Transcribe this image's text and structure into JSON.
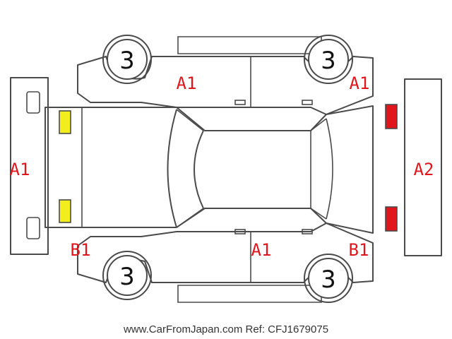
{
  "damage_codes": {
    "rear_bumper": "A1",
    "front_bumper": "A2",
    "left_rear_quarter": "A1",
    "left_front_fender": "A1",
    "right_rear_quarter": "B1",
    "right_doors": "A1",
    "right_front_fender": "B1"
  },
  "tires": {
    "rear_left": "3",
    "front_left": "3",
    "rear_right": "3",
    "front_right": "3"
  },
  "lamp_colors": {
    "rear": "#f2ee1e",
    "front": "#e0161c"
  },
  "code_color": "#e0161c",
  "footer": {
    "credit": "www.CarFromJapan.com Ref: CFJ1679075"
  }
}
